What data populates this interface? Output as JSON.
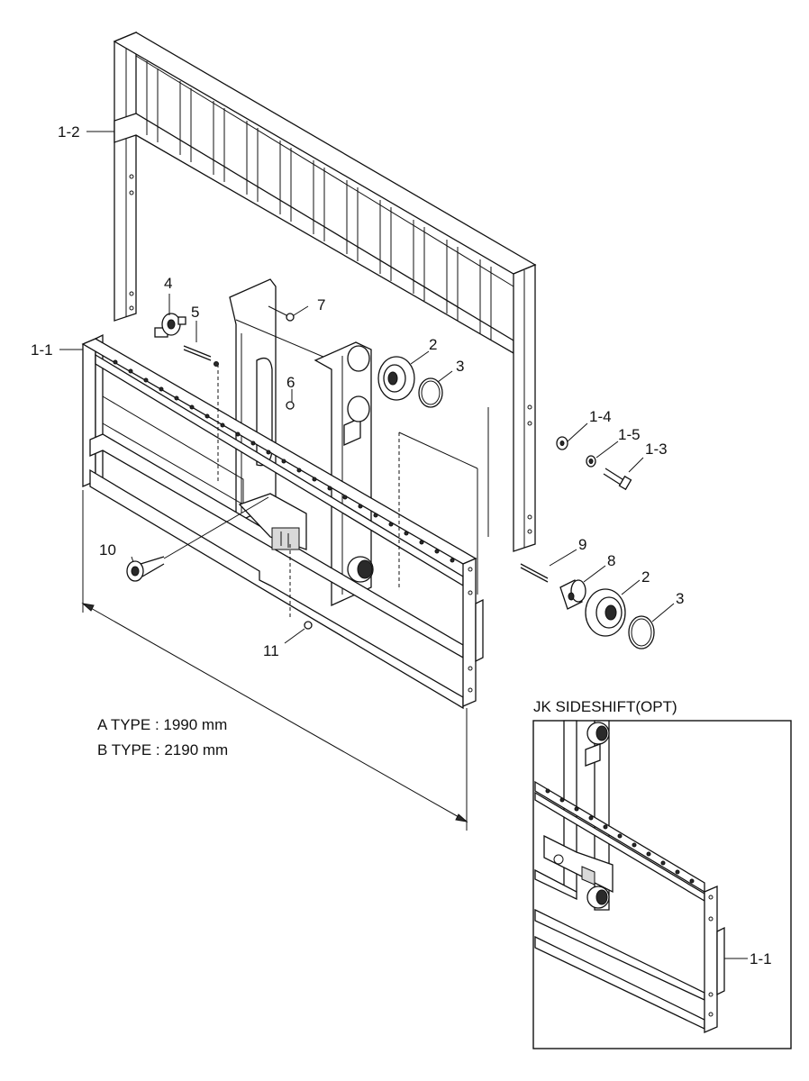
{
  "callouts": {
    "p1_2": "1-2",
    "p1_1": "1-1",
    "p4": "4",
    "p5": "5",
    "p7": "7",
    "p6": "6",
    "p2a": "2",
    "p3a": "3",
    "p1_4": "1-4",
    "p1_5": "1-5",
    "p1_3": "1-3",
    "p9": "9",
    "p8": "8",
    "p2b": "2",
    "p3b": "3",
    "p10": "10",
    "p11": "11",
    "inset_p1_1": "1-1"
  },
  "dimensions": {
    "a_type": "A TYPE : 1990 mm",
    "b_type": "B TYPE : 2190 mm"
  },
  "inset": {
    "title": "JK SIDESHIFT(OPT)"
  }
}
